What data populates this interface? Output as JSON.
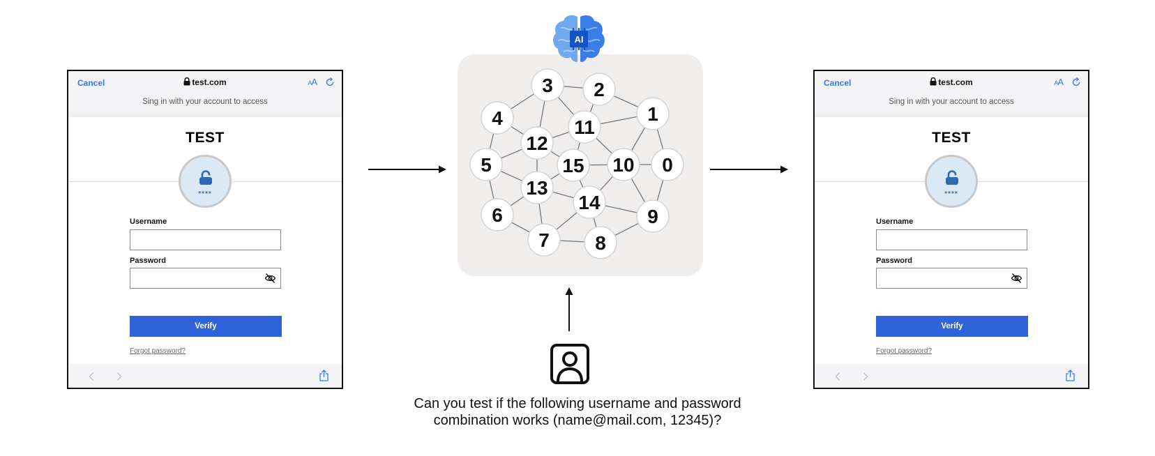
{
  "login_before": {
    "cancel_label": "Cancel",
    "domain": "test.com",
    "aa_label": "AA",
    "subtitle": "Sing in with your account to access",
    "brand": "TEST",
    "badge_stars": "****",
    "username_label": "Username",
    "username_value": "",
    "password_label": "Password",
    "password_value": "",
    "verify_label": "Verify",
    "forgot_label": "Forgot password?"
  },
  "login_after": {
    "cancel_label": "Cancel",
    "domain": "test.com",
    "aa_label": "AA",
    "subtitle": "Sing in with your account to access",
    "brand": "TEST",
    "badge_stars": "****",
    "username_label": "Username",
    "username_value": "",
    "password_label": "Password",
    "password_value": "",
    "verify_label": "Verify",
    "forgot_label": "Forgot password?"
  },
  "ai_badge": "AI",
  "network": {
    "nodes": [
      "0",
      "1",
      "2",
      "3",
      "4",
      "5",
      "6",
      "7",
      "8",
      "9",
      "10",
      "11",
      "12",
      "13",
      "14",
      "15"
    ],
    "edges": [
      [
        "3",
        "2"
      ],
      [
        "3",
        "4"
      ],
      [
        "3",
        "12"
      ],
      [
        "3",
        "11"
      ],
      [
        "2",
        "11"
      ],
      [
        "2",
        "1"
      ],
      [
        "4",
        "12"
      ],
      [
        "4",
        "5"
      ],
      [
        "11",
        "12"
      ],
      [
        "11",
        "15"
      ],
      [
        "11",
        "10"
      ],
      [
        "11",
        "1"
      ],
      [
        "1",
        "10"
      ],
      [
        "1",
        "0"
      ],
      [
        "12",
        "5"
      ],
      [
        "12",
        "15"
      ],
      [
        "12",
        "13"
      ],
      [
        "5",
        "13"
      ],
      [
        "5",
        "6"
      ],
      [
        "15",
        "10"
      ],
      [
        "15",
        "13"
      ],
      [
        "15",
        "14"
      ],
      [
        "10",
        "0"
      ],
      [
        "10",
        "14"
      ],
      [
        "10",
        "9"
      ],
      [
        "0",
        "9"
      ],
      [
        "13",
        "6"
      ],
      [
        "13",
        "7"
      ],
      [
        "13",
        "14"
      ],
      [
        "14",
        "9"
      ],
      [
        "14",
        "8"
      ],
      [
        "14",
        "7"
      ],
      [
        "6",
        "7"
      ],
      [
        "7",
        "8"
      ],
      [
        "8",
        "9"
      ]
    ]
  },
  "prompt_lines": [
    "Can you test if the following username and password",
    "combination works (name@mail.com, 12345)?"
  ],
  "colors": {
    "accent": "#2f63d9",
    "link": "#3478f6",
    "panel": "#f0eded",
    "ai_blue": "#3b7de6"
  },
  "icons": [
    "lock-icon",
    "text-size-icon",
    "reload-icon",
    "padlock-icon",
    "eye-off-icon",
    "nav-back-icon",
    "nav-forward-icon",
    "share-icon",
    "ai-brain-icon",
    "user-icon"
  ]
}
